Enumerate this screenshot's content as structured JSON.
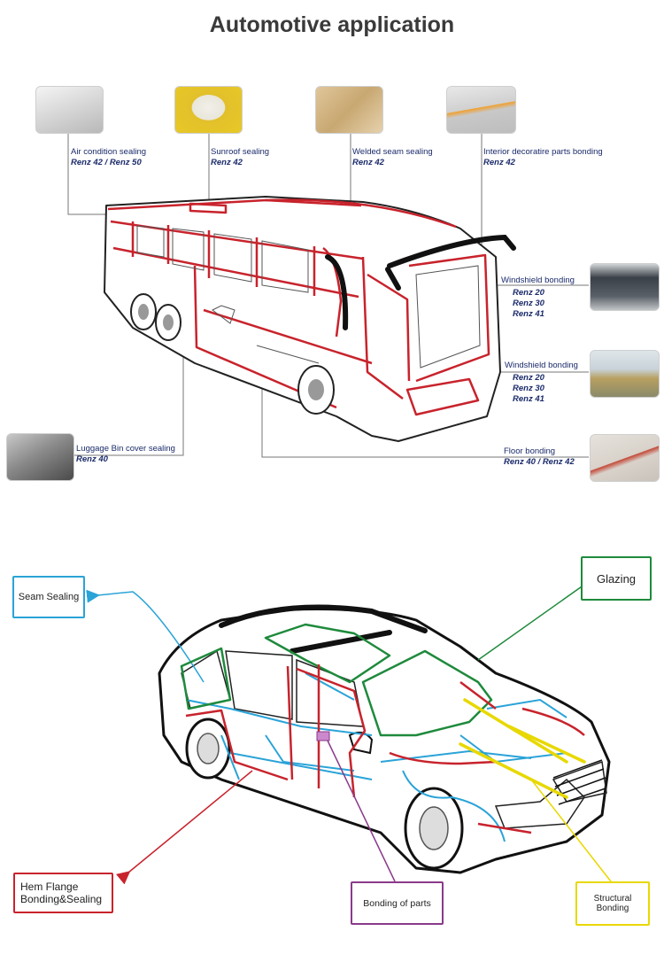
{
  "title": "Automotive application",
  "bus": {
    "labels": {
      "air_condition": {
        "text": "Air condition sealing",
        "renz": "Renz 42 / Renz 50"
      },
      "sunroof": {
        "text": "Sunroof sealing",
        "renz": "Renz 42"
      },
      "welded_seam": {
        "text": "Welded seam sealing",
        "renz": "Renz 42"
      },
      "interior": {
        "text": "Interior decoratire parts bonding",
        "renz": "Renz 42"
      },
      "windshield_1": {
        "text": "Windshield bonding",
        "renz": [
          "Renz 20",
          "Renz 30",
          "Renz 41"
        ]
      },
      "windshield_2": {
        "text": "Windshield bonding",
        "renz": [
          "Renz 20",
          "Renz 30",
          "Renz 41"
        ]
      },
      "luggage": {
        "text": "Luggage Bin cover sealing",
        "renz": "Renz 40"
      },
      "floor": {
        "text": "Floor bonding",
        "renz": "Renz 40 / Renz 42"
      }
    }
  },
  "car": {
    "seam_sealing": "Seam Sealing",
    "glazing": "Glazing",
    "hem_flange": "Hem Flange Bonding&Sealing",
    "bonding_parts": "Bonding of parts",
    "structural": "Structural Bonding"
  },
  "colors": {
    "seam": "#2aa3d8",
    "glazing": "#1e8a3c",
    "hem": "#c8232c",
    "bonding": "#8a3a8a",
    "structural": "#e8d800",
    "label_text": "#1a2a6a"
  }
}
